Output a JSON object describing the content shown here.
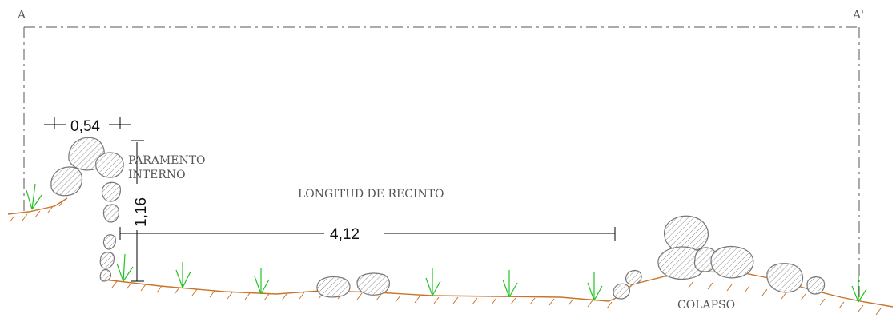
{
  "section": {
    "start_label": "A",
    "end_label": "A'"
  },
  "dimensions": {
    "wall_thickness": "0,54",
    "wall_height": "1,16",
    "enclosure_length": "4,12"
  },
  "annotations": {
    "wall_face_line1": "PARAMENTO",
    "wall_face_line2": "INTERNO",
    "enclosure_length_caption": "LONGITUD DE RECINTO",
    "collapse_caption": "COLAPSO"
  },
  "colors": {
    "ground": "#c8742a",
    "vegetation": "#22c422",
    "stone_outline": "#777777",
    "stone_hatch": "#8a8a8a",
    "dimension_line": "#000000",
    "section_line": "#555555"
  }
}
